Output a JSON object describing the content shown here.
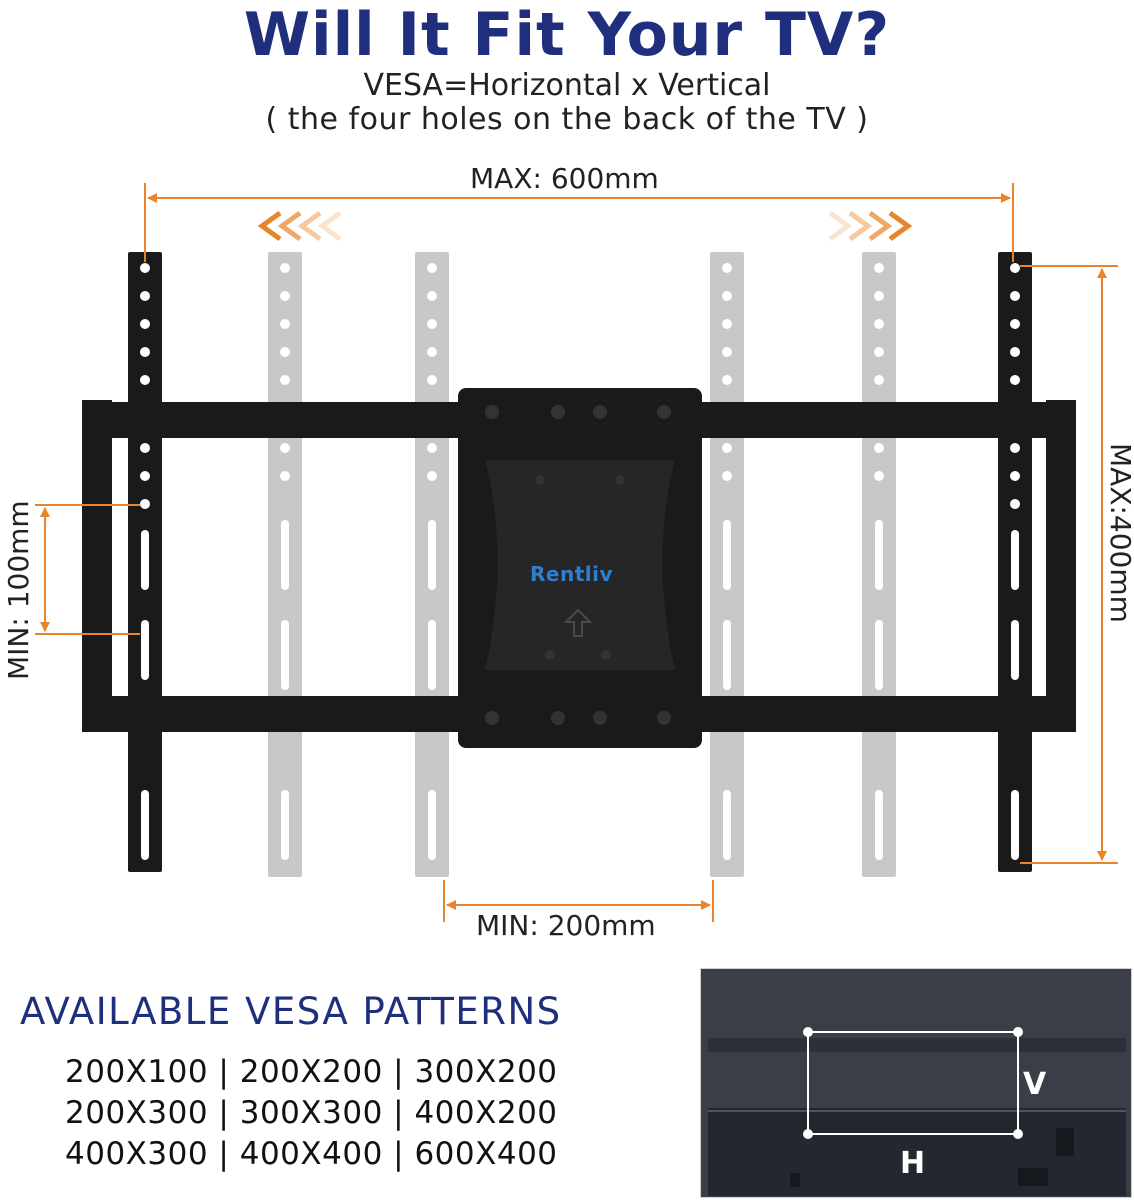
{
  "header": {
    "title": "Will It Fit Your TV?",
    "subtitle_line1": "VESA=Horizontal x Vertical",
    "subtitle_line2": "( the four holes on the back of the TV )"
  },
  "dimensions": {
    "max_horizontal": "MAX: 600mm",
    "min_horizontal": "MIN: 200mm",
    "min_vertical": "MIN: 100mm",
    "max_vertical": "MAX:400mm"
  },
  "brand": {
    "logo_text": "Rentliv"
  },
  "patterns": {
    "heading": "AVAILABLE VESA PATTERNS",
    "rows": [
      "200X100 | 200X200 | 300X200",
      "200X300 | 300X300 | 400X200",
      "400X300 | 400X400 | 600X400"
    ]
  },
  "tv_back": {
    "vertical_label": "V",
    "horizontal_label": "H"
  },
  "colors": {
    "title": "#1f2f7d",
    "accent_orange": "#e8852a",
    "mount_black": "#1a1a1a",
    "ghost_arm": "#c8c8c8"
  }
}
